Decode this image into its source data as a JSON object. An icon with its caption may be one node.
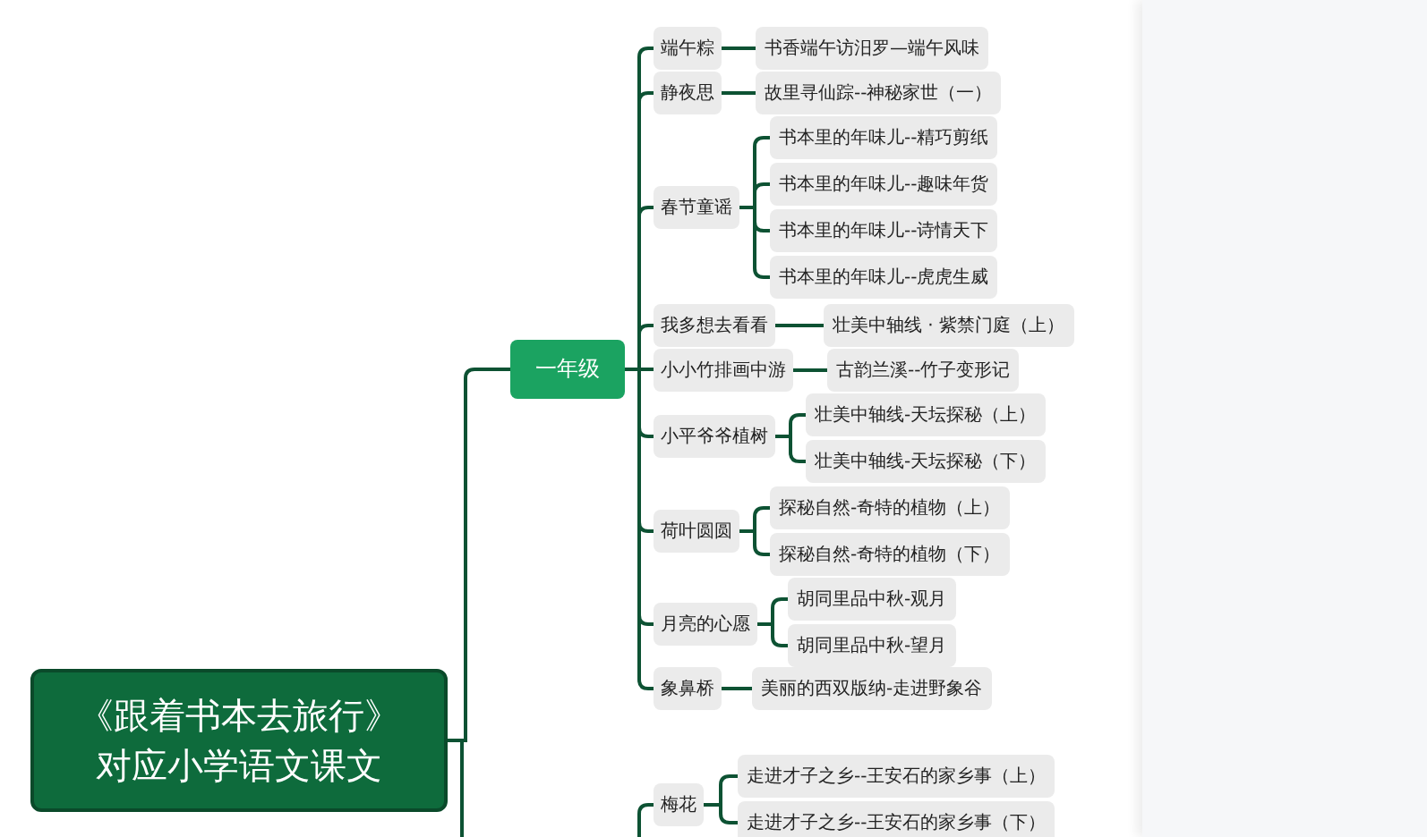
{
  "diagram": {
    "nodes": [
      {
        "text": [
          "《跟着书本去旅行》对应小学语文课文"
        ]
      },
      {
        "text": [
          "一年级"
        ]
      },
      {
        "text": [
          "端午粽"
        ]
      },
      {
        "text": [
          "书香端午访汨罗—端午风味"
        ]
      },
      {
        "text": [
          "静夜思"
        ]
      },
      {
        "text": [
          "故里寻仙踪--神秘家世（一）"
        ]
      },
      {
        "text": [
          "春节童谣"
        ]
      },
      {
        "text": [
          "书本里的年味儿--精巧剪纸"
        ]
      },
      {
        "text": [
          "书本里的年味儿--趣味年货"
        ]
      },
      {
        "text": [
          "书本里的年味儿--诗情天下"
        ]
      },
      {
        "text": [
          "书本里的年味儿--虎虎生威"
        ]
      },
      {
        "text": [
          "我多想去看看"
        ]
      },
      {
        "text": [
          "壮美中轴线 · 紫禁门庭（上）"
        ]
      },
      {
        "text": [
          "小小竹排画中游"
        ]
      },
      {
        "text": [
          "古韵兰溪--竹子变形记"
        ]
      },
      {
        "text": [
          "小平爷爷植树"
        ]
      },
      {
        "text": [
          "壮美中轴线-天坛探秘（上）"
        ]
      },
      {
        "text": [
          "壮美中轴线-天坛探秘（下）"
        ]
      },
      {
        "text": [
          "荷叶圆圆"
        ]
      },
      {
        "text": [
          "探秘自然-奇特的植物（上）"
        ]
      },
      {
        "text": [
          "探秘自然-奇特的植物（下）"
        ]
      },
      {
        "text": [
          "月亮的心愿"
        ]
      },
      {
        "text": [
          "胡同里品中秋-观月"
        ]
      },
      {
        "text": [
          "胡同里品中秋-望月"
        ]
      },
      {
        "text": [
          "象鼻桥"
        ]
      },
      {
        "text": [
          "美丽的西双版纳-走进野象谷"
        ]
      },
      {
        "text": [
          "梅花"
        ]
      },
      {
        "text": [
          "走进才子之乡--王安石的家乡事（上）"
        ]
      },
      {
        "text": [
          "走进才子之乡--王安石的家乡事（下）"
        ]
      }
    ],
    "edges": [
      {
        "from": 0,
        "to": 1,
        "arrow": "none"
      },
      {
        "from": 0,
        "to": null,
        "arrow": "none"
      },
      {
        "from": 1,
        "to": 2,
        "arrow": "none"
      },
      {
        "from": 2,
        "to": 3,
        "arrow": "none"
      },
      {
        "from": 1,
        "to": 4,
        "arrow": "none"
      },
      {
        "from": 4,
        "to": 5,
        "arrow": "none"
      },
      {
        "from": 1,
        "to": 6,
        "arrow": "none"
      },
      {
        "from": 6,
        "to": 7,
        "arrow": "none"
      },
      {
        "from": 6,
        "to": 8,
        "arrow": "none"
      },
      {
        "from": 6,
        "to": 9,
        "arrow": "none"
      },
      {
        "from": 6,
        "to": 10,
        "arrow": "none"
      },
      {
        "from": 1,
        "to": 11,
        "arrow": "none"
      },
      {
        "from": 11,
        "to": 12,
        "arrow": "none"
      },
      {
        "from": 1,
        "to": 13,
        "arrow": "none"
      },
      {
        "from": 13,
        "to": 14,
        "arrow": "none"
      },
      {
        "from": 1,
        "to": 15,
        "arrow": "none"
      },
      {
        "from": 15,
        "to": 16,
        "arrow": "none"
      },
      {
        "from": 15,
        "to": 17,
        "arrow": "none"
      },
      {
        "from": 1,
        "to": 18,
        "arrow": "none"
      },
      {
        "from": 18,
        "to": 19,
        "arrow": "none"
      },
      {
        "from": 18,
        "to": 20,
        "arrow": "none"
      },
      {
        "from": 1,
        "to": 21,
        "arrow": "none"
      },
      {
        "from": 21,
        "to": 22,
        "arrow": "none"
      },
      {
        "from": 21,
        "to": 23,
        "arrow": "none"
      },
      {
        "from": 1,
        "to": 24,
        "arrow": "none"
      },
      {
        "from": 24,
        "to": 25,
        "arrow": "none"
      },
      {
        "from": null,
        "to": 26,
        "arrow": "none"
      },
      {
        "from": 26,
        "to": 27,
        "arrow": "none"
      },
      {
        "from": 26,
        "to": 28,
        "arrow": "none"
      }
    ]
  }
}
